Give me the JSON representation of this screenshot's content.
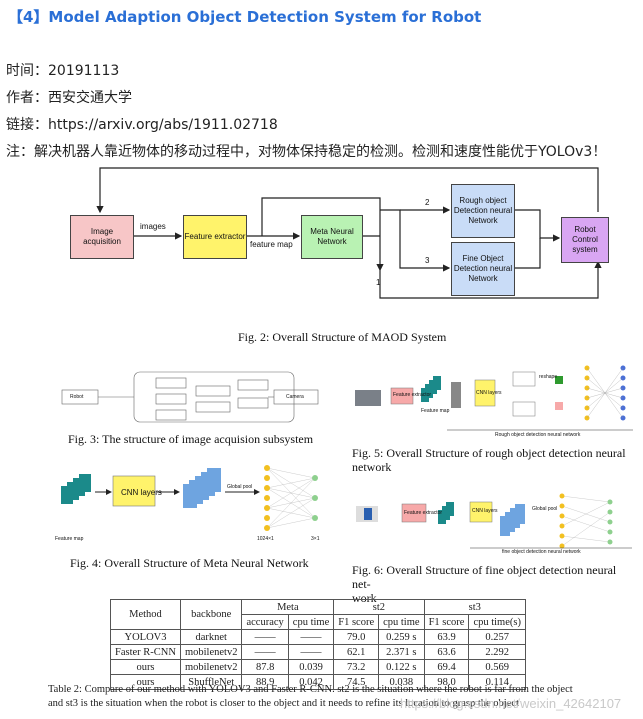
{
  "header": {
    "title": "【4】Model Adaption Object Detection System for Robot",
    "time": "时间：20191113",
    "author": "作者：西安交通大学",
    "link": "链接：https://arxiv.org/abs/1911.02718",
    "note": "注：解决机器人靠近物体的移动过程中，对物体保持稳定的检测。检测和速度性能优于YOLOv3！"
  },
  "fig2": {
    "image_acquisition": "Image acquisition",
    "feature_extractor": "Feature extractor",
    "meta_neural": "Meta Neural Network",
    "rough": "Rough object Detection neural Network",
    "fine": "Fine Object Detection neural Network",
    "robot": "Robot Control system",
    "label_images": "images",
    "label_feature_map": "feature map",
    "label_2": "2",
    "label_3": "3",
    "label_1": "1",
    "caption": "Fig. 2: Overall Structure of MAOD System",
    "colors": {
      "pink": "#f7c6c7",
      "yellow": "#fff36b",
      "green": "#b9f2b3",
      "blue": "#c9dcf7",
      "purple": "#d9a6f2"
    }
  },
  "fig3": {
    "caption": "Fig. 3: The structure of image acquision subsystem",
    "robot": "Robot",
    "camera": "Camera"
  },
  "fig4": {
    "cnn": "CNN layers",
    "global_pool": "Global pool",
    "feature_map": "Feature map",
    "dim1": "1024×1",
    "dim2": "3×1",
    "caption": "Fig. 4: Overall Structure of Meta Neural Network"
  },
  "fig5": {
    "feature_extractor": "Feature extractor",
    "feature_map": "Feature map",
    "cnn": "CNN layers",
    "reshape": "reshape",
    "sub": "Rough object detection neural network",
    "caption": "Fig. 5: Overall Structure of rough object detection neural network"
  },
  "fig6": {
    "feature_extractor": "Feature extractor",
    "cnn": "CNN layers",
    "global_pool": "Global pool",
    "sub": "fine object detection neural network",
    "caption_line1": "Fig. 6: Overall Structure of fine object detection neural net-",
    "caption_line2": "work"
  },
  "table": {
    "headers_top": [
      "Method",
      "backbone",
      "Meta",
      "st2",
      "st3"
    ],
    "headers_sub": [
      "accuracy",
      "cpu time",
      "F1 score",
      "cpu time",
      "F1 score",
      "cpu time(s)"
    ],
    "rows": [
      {
        "method": "YOLOV3",
        "backbone": "darknet",
        "acc": "——",
        "cpu": "——",
        "f1a": "79.0",
        "cpua": "0.259 s",
        "f1b": "63.9",
        "cpub": "0.257"
      },
      {
        "method": "Faster R-CNN",
        "backbone": "mobilenetv2",
        "acc": "——",
        "cpu": "——",
        "f1a": "62.1",
        "cpua": "2.371 s",
        "f1b": "63.6",
        "cpub": "2.292"
      },
      {
        "method": "ours",
        "backbone": "mobilenetv2",
        "acc": "87.8",
        "cpu": "0.039",
        "f1a": "73.2",
        "cpua": "0.122 s",
        "f1b": "69.4",
        "cpub": "0.569"
      },
      {
        "method": "ours",
        "backbone": "ShuffleNet",
        "acc": "88.9",
        "cpu": "0.042",
        "f1a": "74.5",
        "cpua": "0.038",
        "f1b": "98.0",
        "cpub": "0.114"
      }
    ],
    "caption_line1": "Table 2: Compare of our method with YOLOV3 and Faster R-CNN. st2 is the situation where the robot is far from the object",
    "caption_line2": "and st3 is the situation when the robot is closer to the object and it needs to refine its location to grasp the object"
  },
  "watermark": "https://blog.csdn.net/weixin_42642107"
}
